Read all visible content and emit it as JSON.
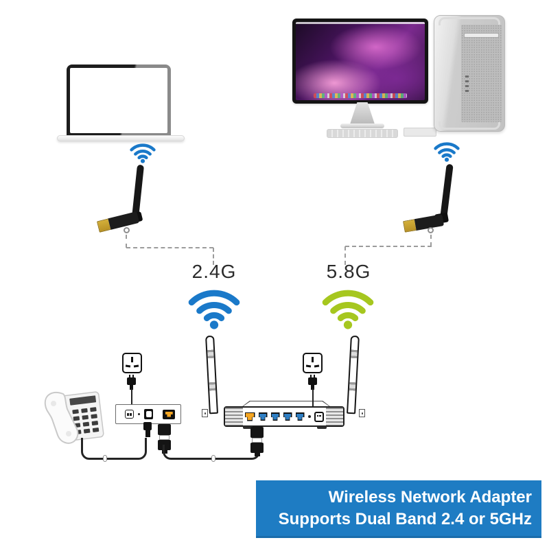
{
  "colors": {
    "wifi_blue": "#1a79c9",
    "wifi_green": "#a6c71f",
    "banner_blue": "#1e7cc3"
  },
  "labels": {
    "band_24": "2.4G",
    "band_58": "5.8G"
  },
  "banner": {
    "line1": "Wireless Network Adapter",
    "line2": "Supports Dual Band 2.4 or 5GHz"
  },
  "devices": {
    "laptop": "laptop",
    "desktop": "desktop-computer-with-monitor",
    "tower": "computer-tower",
    "adapter_left": "usb-wifi-adapter",
    "adapter_right": "usb-wifi-adapter",
    "router": "wireless-router",
    "modem": "modem",
    "phone": "telephone",
    "socket": "power-socket"
  }
}
